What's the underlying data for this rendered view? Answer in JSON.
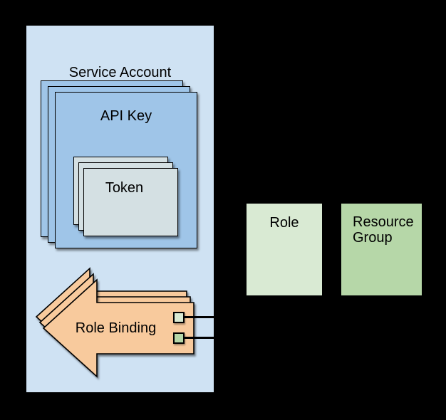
{
  "canvas": {
    "background": "#000000",
    "connector_color": "#000000",
    "border_color": "#000000"
  },
  "nodes": {
    "service_account": {
      "label": "Service Account",
      "fill": "#cfe2f3",
      "shape": "rectangle",
      "stack_count": 1
    },
    "api_key": {
      "label": "API Key",
      "fill": "#9fc5e8",
      "shape": "rectangle",
      "stack_count": 3
    },
    "token": {
      "label": "Token",
      "fill": "#d4e0e3",
      "shape": "rectangle",
      "stack_count": 3
    },
    "role_binding": {
      "label": "Role Binding",
      "fill": "#f8ca9d",
      "shape": "left-arrow",
      "stack_count": 3
    },
    "role": {
      "label": "Role",
      "fill": "#d9ead3",
      "shape": "rectangle",
      "stack_count": 1
    },
    "resource_group": {
      "label": "Resource Group",
      "fill": "#b6d7a8",
      "shape": "rectangle",
      "stack_count": 1
    }
  },
  "references": {
    "role_ref": {
      "fill": "#d9ead3",
      "links_to": "role"
    },
    "resource_group_ref": {
      "fill": "#b6d7a8",
      "links_to": "resource_group"
    }
  }
}
